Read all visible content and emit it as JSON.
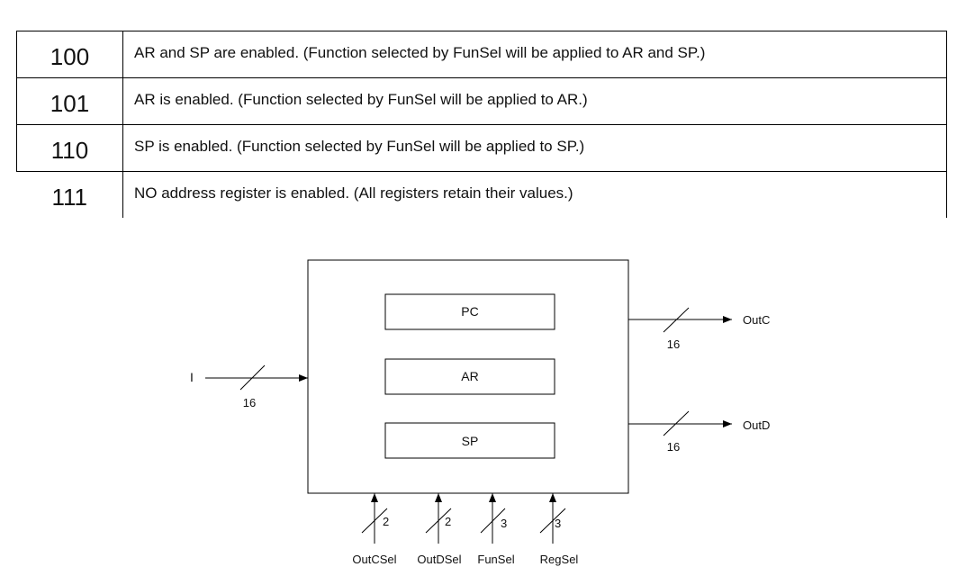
{
  "table": {
    "rows": [
      {
        "code": "100",
        "description": "AR and SP are enabled. (Function selected by FunSel will be applied to AR and SP.)"
      },
      {
        "code": "101",
        "description": "AR is enabled. (Function selected by FunSel will be applied to AR.)"
      },
      {
        "code": "110",
        "description": "SP is enabled. (Function selected by FunSel will be applied to SP.)"
      },
      {
        "code": "111",
        "description": "NO address register is enabled. (All registers retain their values.)"
      }
    ]
  },
  "diagram": {
    "registers": [
      "PC",
      "AR",
      "SP"
    ],
    "input": {
      "label": "I",
      "width": "16"
    },
    "outputs": [
      {
        "label": "OutC",
        "width": "16"
      },
      {
        "label": "OutD",
        "width": "16"
      }
    ],
    "controls": [
      {
        "label": "OutCSel",
        "width": "2"
      },
      {
        "label": "OutDSel",
        "width": "2"
      },
      {
        "label": "FunSel",
        "width": "3"
      },
      {
        "label": "RegSel",
        "width": "3"
      }
    ]
  }
}
